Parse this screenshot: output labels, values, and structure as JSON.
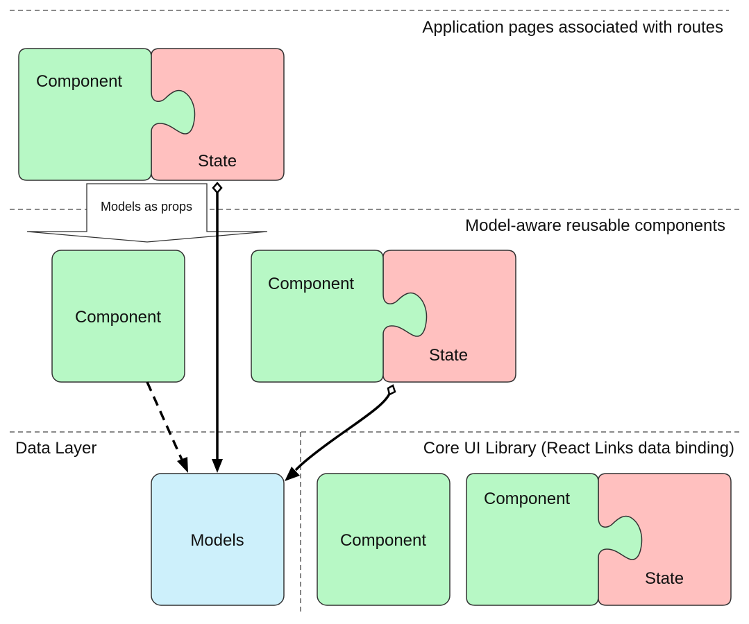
{
  "colors": {
    "component": "#b7f8c5",
    "state": "#ffc0bf",
    "models": "#cdf0fb",
    "stroke": "#333333",
    "arrow": "#000000"
  },
  "layers": {
    "pages": "Application pages associated with routes",
    "model_aware": "Model-aware reusable components",
    "data_layer": "Data Layer",
    "core_ui": "Core UI Library (React Links data binding)"
  },
  "nodes": {
    "page_component": "Component",
    "page_state": "State",
    "reusable_component": "Component",
    "aware_component": "Component",
    "aware_state": "State",
    "models": "Models",
    "core_component": "Component",
    "core_combo_component": "Component",
    "core_combo_state": "State"
  },
  "edges": {
    "props_label": "Models as props"
  }
}
